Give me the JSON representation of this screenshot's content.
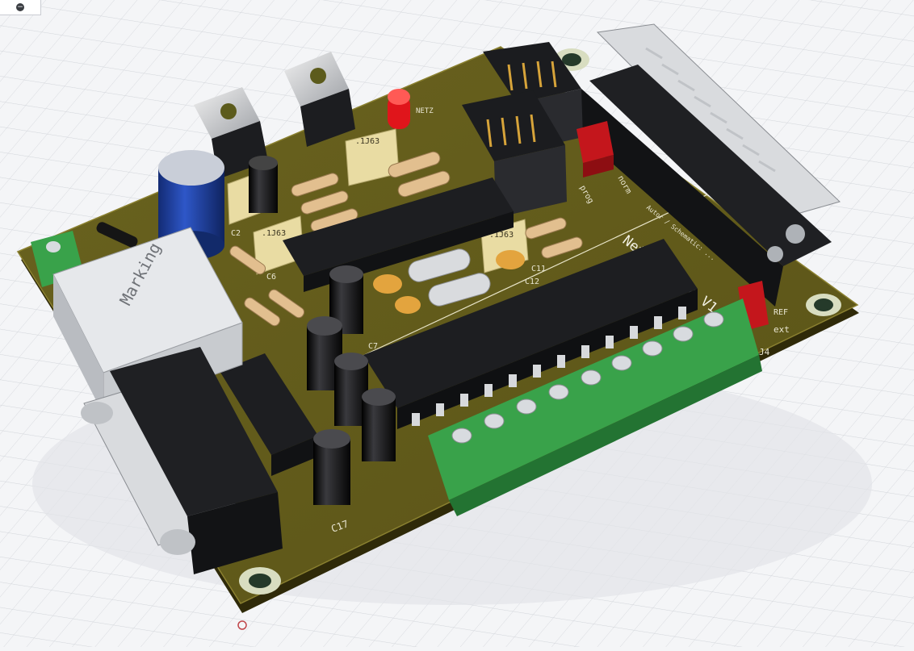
{
  "viewport": {
    "background": "#f4f5f7",
    "grid_color": "#d3d6db"
  },
  "corner_button": {
    "icon": "minus-icon",
    "glyph": "−"
  },
  "board": {
    "color": "#615a1a",
    "silk_title": "Netio Clone V1.0",
    "silk_sub": "Autor / Schematic: ...",
    "labels": {
      "c17": "C17",
      "j4": "J4",
      "ext": "ext",
      "ref": "REF",
      "netz": "NETZ",
      "prog": "prog",
      "norm": "norm",
      "c11": "C11",
      "c12": "C12",
      "c7": "C7",
      "c6": "C6",
      "c2": "C2",
      "cap_code": ".1J63"
    },
    "rj45_marking": "Marking"
  },
  "colors": {
    "terminal_green": "#39a24a",
    "chip_black": "#1d1e21",
    "electrolytic_blue": "#1d3c9a",
    "jumper_red": "#c4161c",
    "led_red": "#e0151b",
    "film_cap": "#e9dca3"
  }
}
